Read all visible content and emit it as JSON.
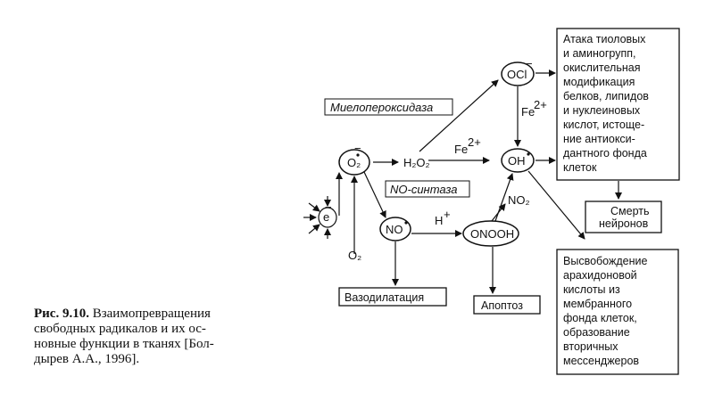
{
  "caption": {
    "lines": [
      "Рис. 9.10. Взаимопревращения",
      "свободных радикалов и их ос-",
      "новные функции в тканях [Бол-",
      "дырев А.А., 1996]."
    ]
  },
  "nodes": {
    "o2_radical": "O₂",
    "o2_radical_charge": "−",
    "h2o2": "H₂O₂",
    "ocl": "OCl",
    "ocl_charge": "−",
    "oh": "OH",
    "no": "NO",
    "onooh": "ONOOH",
    "electron": "e",
    "electron_charge": "−",
    "o2": "O₂"
  },
  "labels": {
    "myeloperoxidase": "Миелопероксидаза",
    "no_synthase": "NO-синтаза",
    "fe_top": "Fe",
    "fe_top_sup": "2+",
    "fe_mid": "Fe",
    "fe_mid_sup": "2+",
    "h_plus": "H",
    "h_plus_sup": "+",
    "no2": "NO₂"
  },
  "boxes": {
    "attack": [
      "Атака тиоловых",
      "и аминогрупп,",
      "окислительная",
      "модификация",
      "белков, липидов",
      "и нуклеиновых",
      "кислот, истоще-",
      "ние антиокси-",
      "дантного фонда",
      "клеток"
    ],
    "death": [
      "Смерть",
      "нейронов"
    ],
    "release": [
      "Высвобождение",
      "арахидоновой",
      "кислоты из",
      "мембранного",
      "фонда клеток,",
      "образование",
      "вторичных",
      "мессенджеров"
    ],
    "vasodilation": "Вазодилатация",
    "apoptosis": "Апоптоз"
  }
}
